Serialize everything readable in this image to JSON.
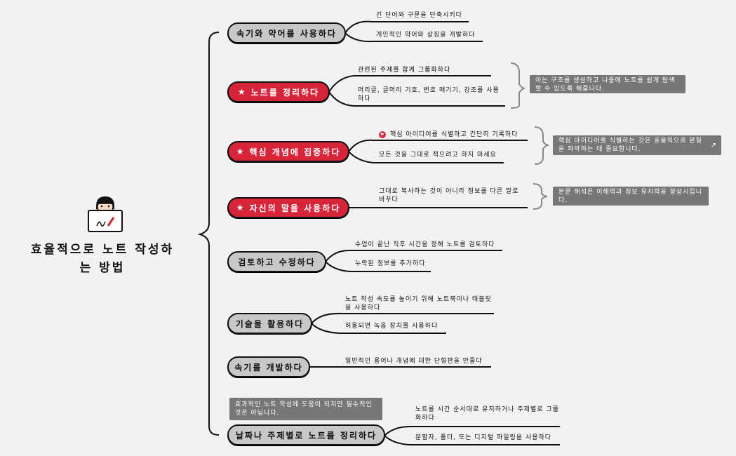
{
  "root": {
    "title": "효율적으로 노트 작성하는 방법"
  },
  "branches": [
    {
      "label": "속기와 약어를 사용하다",
      "style": "gray",
      "star": false,
      "leaves": [
        "긴 단어와 구문을 단축시키다",
        "개인적인 약어와 상징을 개발하다"
      ]
    },
    {
      "label": "노트를 정리하다",
      "style": "red",
      "star": true,
      "leaves": [
        "관련된 주제를 함께 그룹화하다",
        "머리글, 글머리 기호, 번호 매기기, 강조를 사용하다"
      ],
      "note": "이는 구조를 생성하고 나중에 노트를 쉽게 탐색할 수 있도록 해줍니다."
    },
    {
      "label": "핵심 개념에 집중하다",
      "style": "red",
      "star": true,
      "leaves": [
        "핵심 아이디어를 식별하고 간단히 기록하다",
        "모든 것을 그대로 적으려고 하지 마세요"
      ],
      "note": "핵심 아이디어를 식별하는 것은 효율적으로 본질을 파악하는 데 중요합니다."
    },
    {
      "label": "자신의 말을 사용하다",
      "style": "red",
      "star": true,
      "leaves": [
        "그대로 복사하는 것이 아니라 정보를 다른 말로 바꾸다"
      ],
      "note": "본문 해석은 이해력과 정보 유지력을 향상시킵니다."
    },
    {
      "label": "검토하고 수정하다",
      "style": "gray",
      "star": false,
      "leaves": [
        "수업이 끝난 직후 시간을 정해 노트를 검토하다",
        "누락된 정보를 추가하다"
      ]
    },
    {
      "label": "기술을 활용하다",
      "style": "gray",
      "star": false,
      "leaves": [
        "노트 작성 속도를 높이기 위해 노트북이나 태블릿을 사용하다",
        "허용되면 녹음 장치를 사용하다"
      ]
    },
    {
      "label": "속기를 개발하다",
      "style": "gray",
      "star": false,
      "leaves": [
        "일반적인 용어나 개념에 대한 단형판을 만들다"
      ]
    },
    {
      "label": "날짜나 주제별로 노트를 정리하다",
      "style": "gray",
      "star": false,
      "leaves": [
        "노트를 시간 순서대로 유지하거나 주제별로 그룹화하다",
        "분할자, 폴더, 또는 디지털 파일링을 사용하다"
      ],
      "note": "효과적인 노트 작성에 도움이 되지만 필수적인 것은 아닙니다."
    }
  ],
  "icons": {
    "star": "star-icon",
    "flag": "flag-icon",
    "external": "external-link-icon",
    "avatar": "person-laptop-icon"
  },
  "colors": {
    "accent_red": "#d6243b",
    "node_gray": "#c8c8c8",
    "note_gray": "#777777",
    "line": "#111111"
  }
}
